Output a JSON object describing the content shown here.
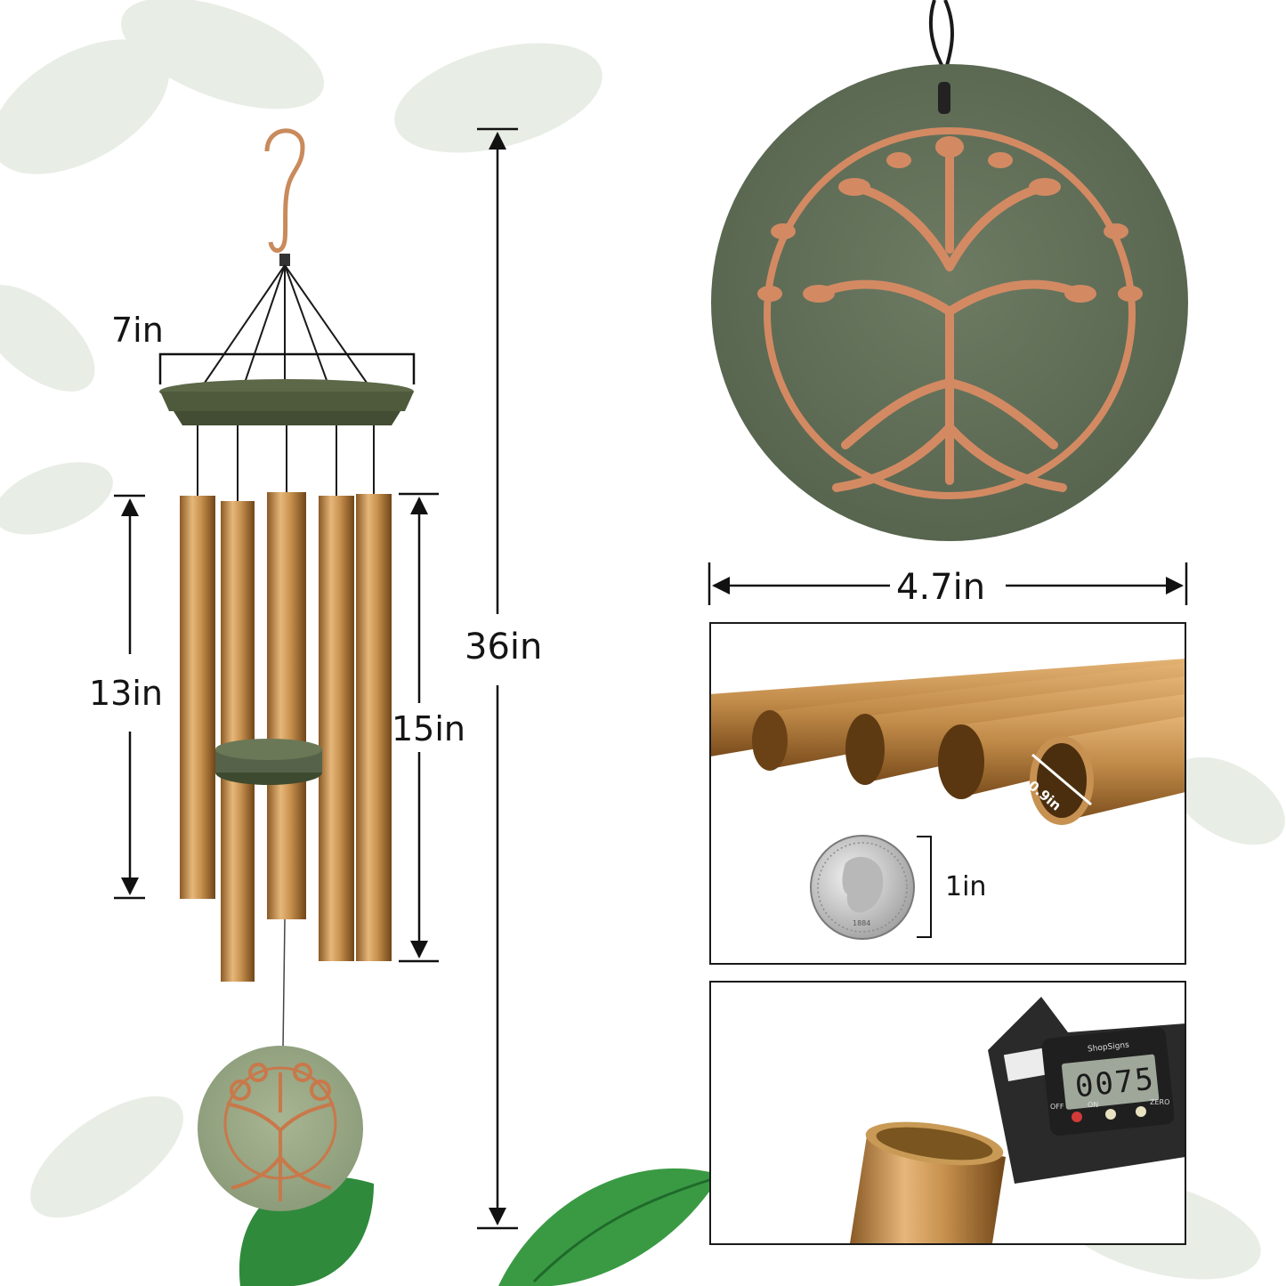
{
  "measurements": {
    "overall_length": "36in",
    "canopy_width": "7in",
    "short_tube_length": "13in",
    "long_tube_length": "15in",
    "sail_diameter": "4.7in",
    "tube_diameter": "0.9in",
    "coin_size": "1in"
  },
  "caliper": {
    "brand": "ShopSigns",
    "reading": "0075",
    "buttons": [
      "OFF",
      "ON",
      "ZERO"
    ]
  },
  "coin_year": "1884",
  "icons": {
    "hook": "s-hook-icon",
    "sail": "tree-of-life-icon",
    "arrow": "dimension-arrow-icon"
  },
  "colors": {
    "tube_gold": "#c8914e",
    "canopy_green": "#4f5a3c",
    "sail_green": "#61705a",
    "tree_copper": "#d38a63",
    "leaf_green": "#2f8a3c"
  }
}
